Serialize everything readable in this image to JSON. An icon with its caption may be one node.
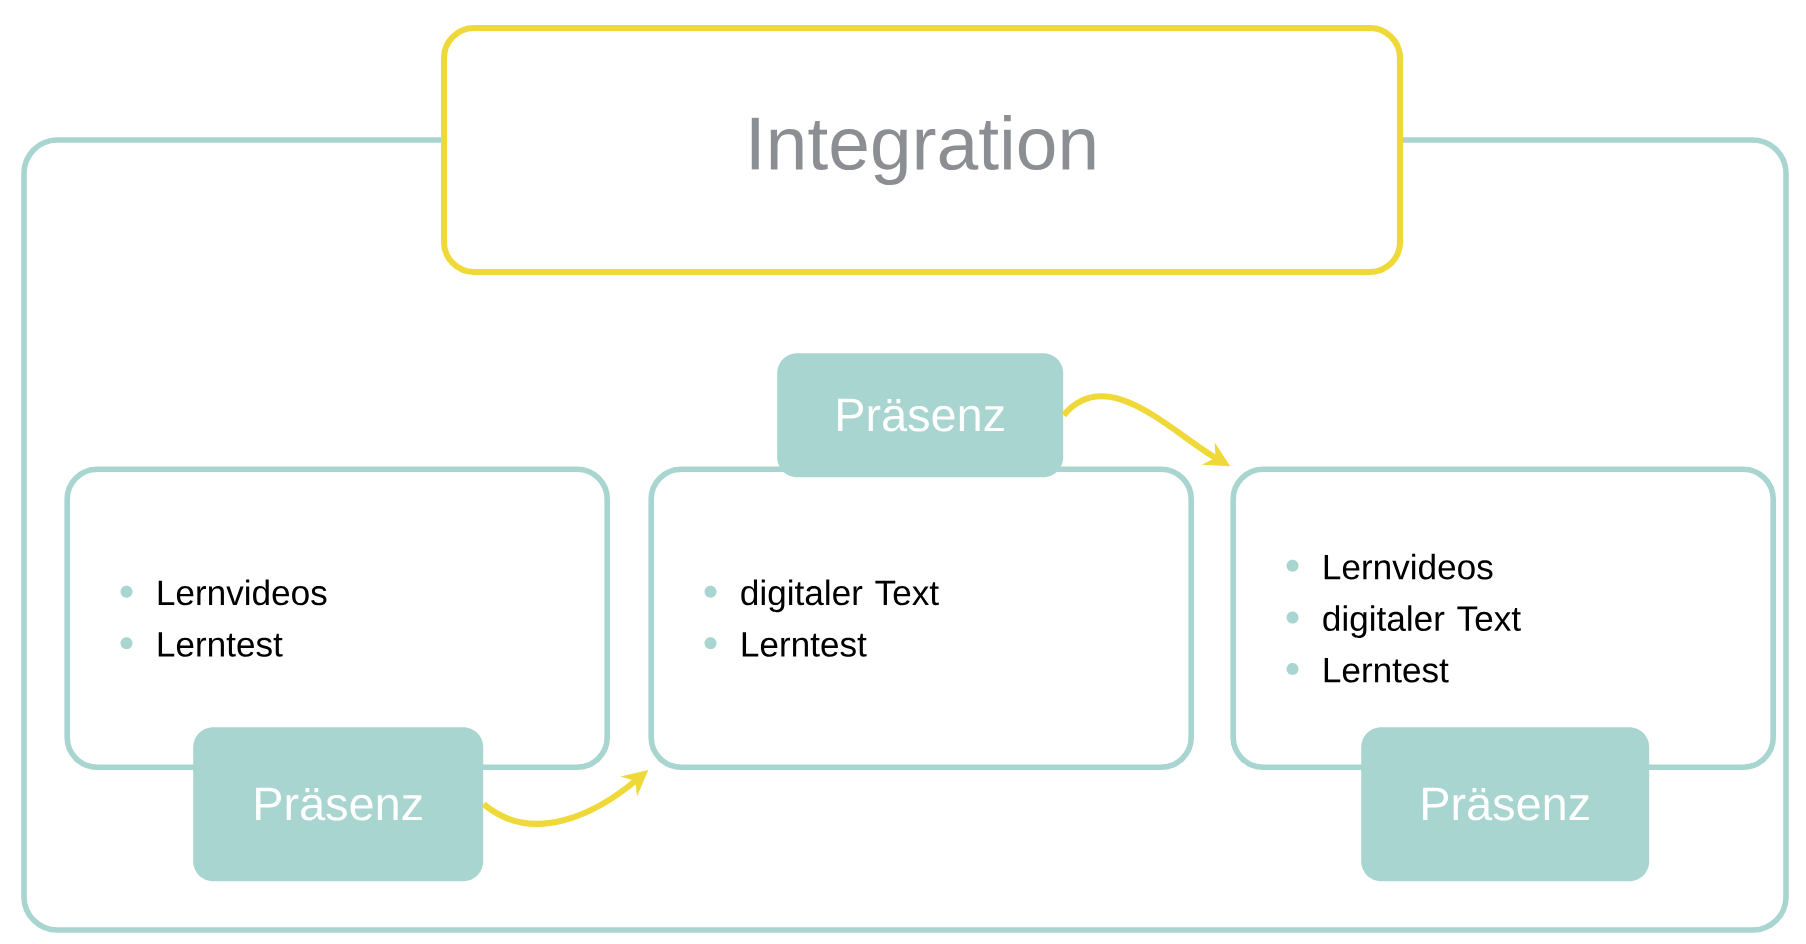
{
  "diagram": {
    "nodes": [
      {
        "text": [],
        "shape": "box"
      },
      {
        "text": [
          "Integration"
        ]
      },
      {
        "text": [
          "Präsenz"
        ],
        "in": 0
      },
      {
        "text": [
          "Lernvideos",
          "Lerntest"
        ],
        "in": 0
      },
      {
        "text": [
          "digitaler Text",
          "Lerntest"
        ],
        "in": 0
      },
      {
        "text": [
          "Lernvideos",
          "digitaler Text",
          "Lerntest"
        ],
        "in": 0
      },
      {
        "text": [
          "Präsenz"
        ],
        "in": 0
      },
      {
        "text": [
          "Präsenz"
        ],
        "in": 0
      }
    ],
    "edges": [
      {
        "from": 6,
        "to": 4,
        "arrow": "to"
      },
      {
        "from": 2,
        "to": 5,
        "arrow": "to"
      }
    ]
  }
}
